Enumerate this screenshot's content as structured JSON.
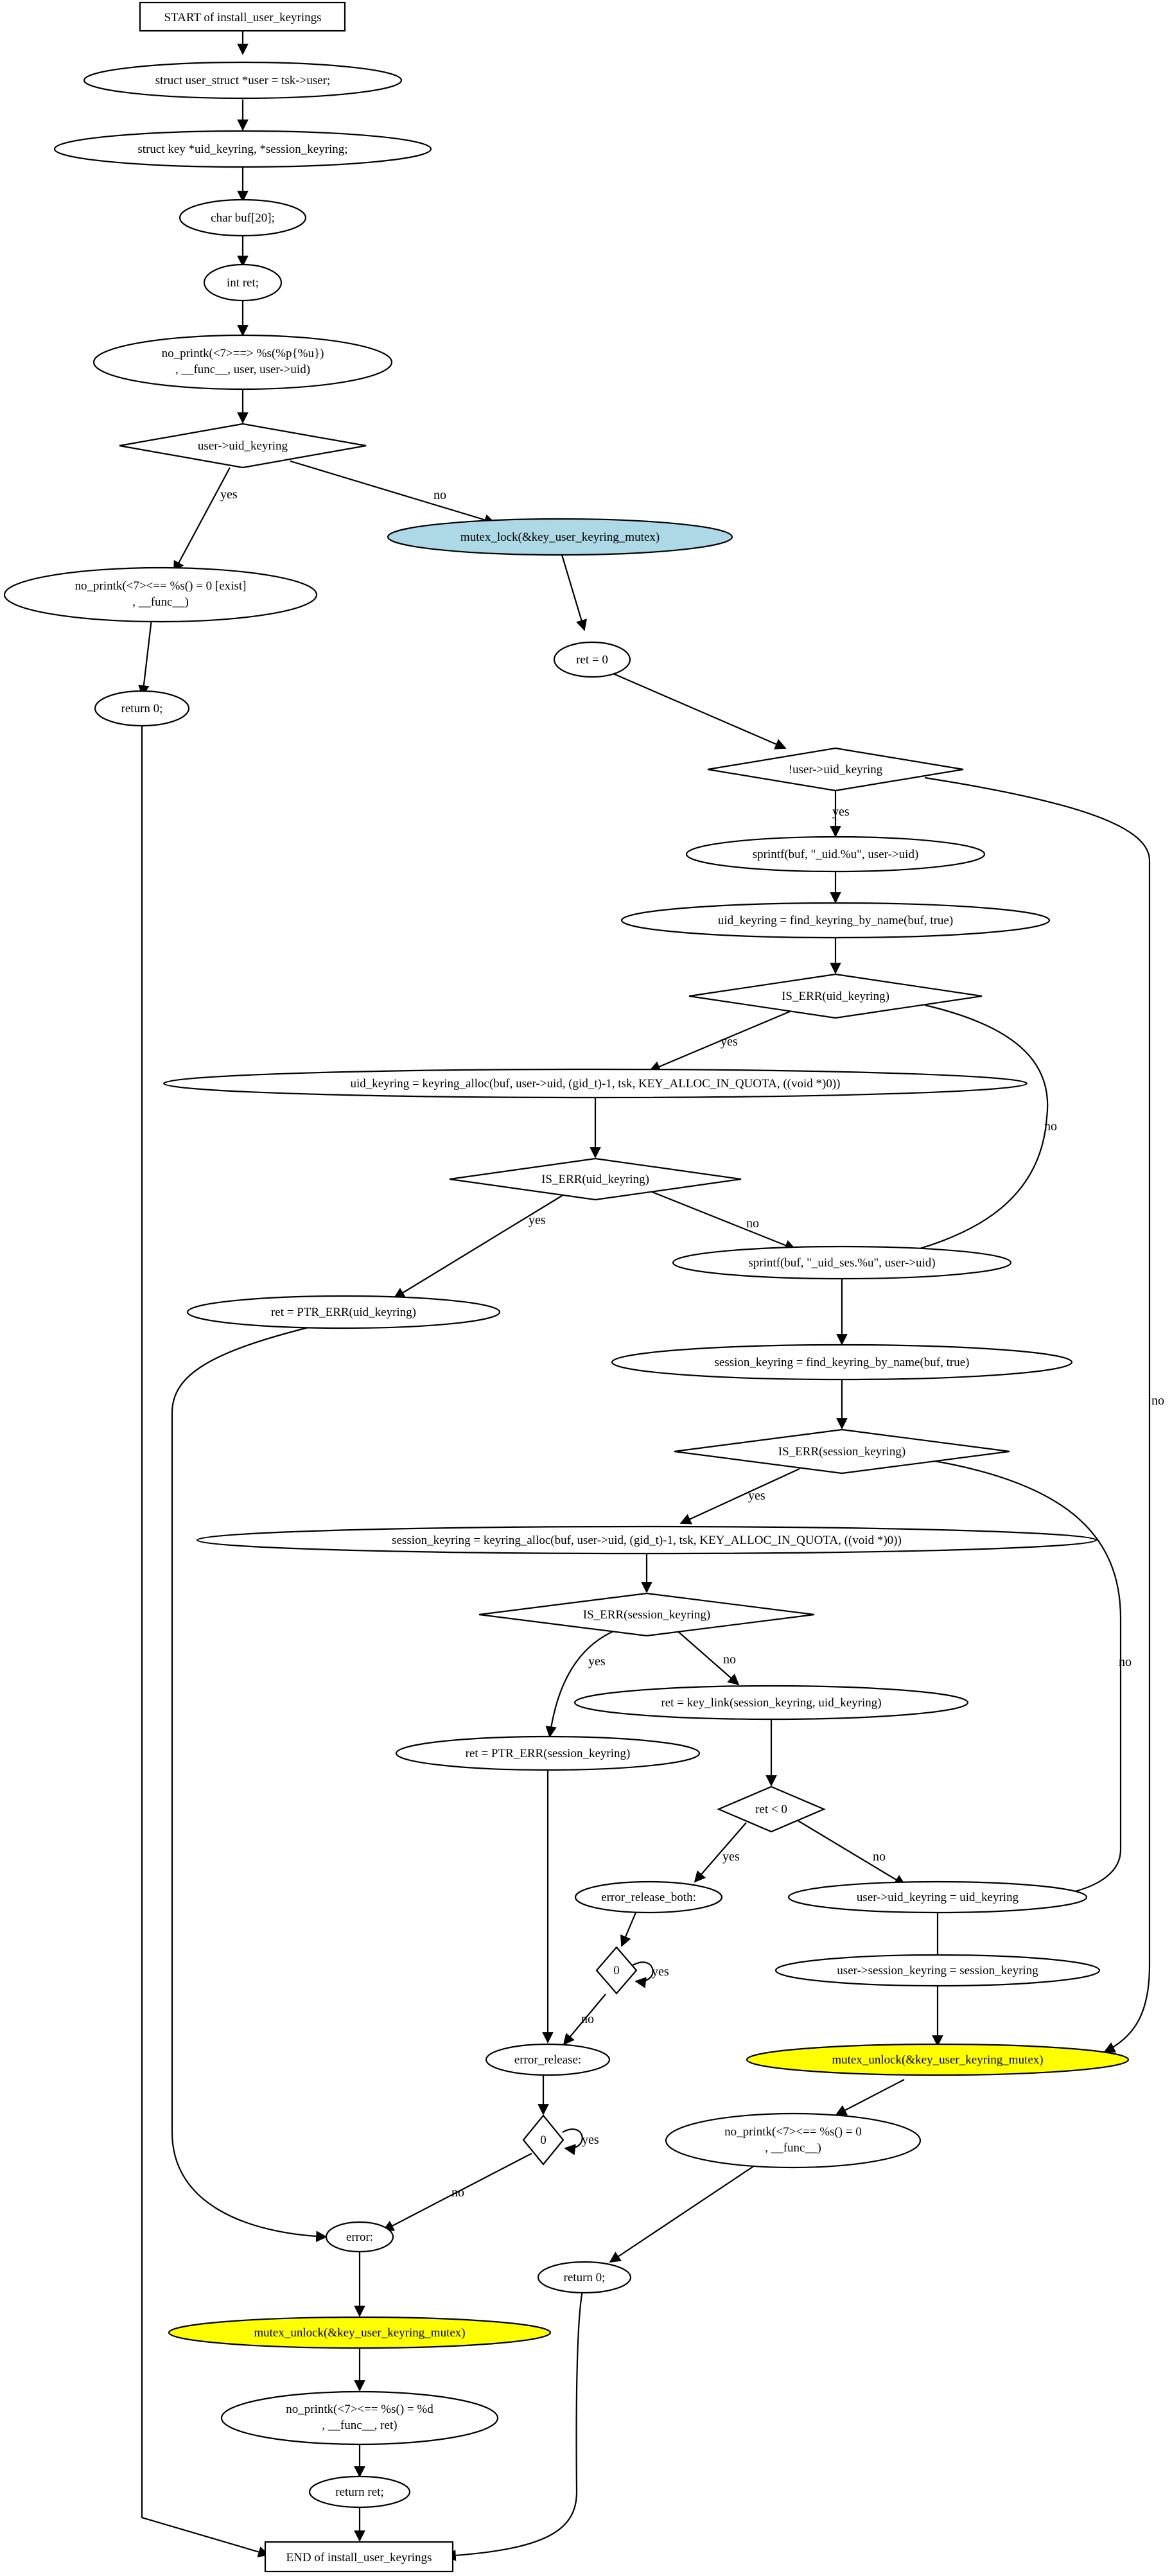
{
  "nodes": {
    "start": "START of install_user_keyrings",
    "n_user_struct": "struct user_struct *user = tsk->user;",
    "n_key_decl": "struct key *uid_keyring, *session_keyring;",
    "n_buf": "char buf[20];",
    "n_ret_decl": "int ret;",
    "n_printk1_l1": "no_printk(<7>==> %s(%p{%u})",
    "n_printk1_l2": ", __func__, user, user->uid)",
    "d_uid_keyring": "user->uid_keyring",
    "n_printk_exist_l1": "no_printk(<7><== %s() = 0 [exist]",
    "n_printk_exist_l2": ", __func__)",
    "n_return0_a": "return 0;",
    "n_mutex_lock": "mutex_lock(&key_user_keyring_mutex)",
    "n_ret0": "ret = 0",
    "d_not_uid_keyring": "!user->uid_keyring",
    "n_sprintf_uid": "sprintf(buf, \"_uid.%u\", user->uid)",
    "n_find_uid": "uid_keyring = find_keyring_by_name(buf, true)",
    "d_is_err_uid1": "IS_ERR(uid_keyring)",
    "n_alloc_uid": "uid_keyring = keyring_alloc(buf, user->uid, (gid_t)-1, tsk, KEY_ALLOC_IN_QUOTA, ((void *)0))",
    "d_is_err_uid2": "IS_ERR(uid_keyring)",
    "n_ret_ptr_err_uid": "ret = PTR_ERR(uid_keyring)",
    "n_sprintf_ses": "sprintf(buf, \"_uid_ses.%u\", user->uid)",
    "n_find_session": "session_keyring = find_keyring_by_name(buf, true)",
    "d_is_err_session1": "IS_ERR(session_keyring)",
    "n_alloc_session": "session_keyring = keyring_alloc(buf, user->uid, (gid_t)-1, tsk, KEY_ALLOC_IN_QUOTA, ((void *)0))",
    "d_is_err_session2": "IS_ERR(session_keyring)",
    "n_key_link": "ret = key_link(session_keyring, uid_keyring)",
    "n_ret_ptr_err_session": "ret = PTR_ERR(session_keyring)",
    "d_ret_lt0": "ret < 0",
    "n_error_release_both": "error_release_both:",
    "n_assign_uid": "user->uid_keyring = uid_keyring",
    "d_zero1": "0",
    "n_assign_session": "user->session_keyring = session_keyring",
    "n_error_release": "error_release:",
    "n_mutex_unlock1": "mutex_unlock(&key_user_keyring_mutex)",
    "d_zero2": "0",
    "n_printk_ok_l1": "no_printk(<7><== %s() = 0",
    "n_printk_ok_l2": ", __func__)",
    "n_error": "error:",
    "n_return0_b": "return 0;",
    "n_mutex_unlock2": "mutex_unlock(&key_user_keyring_mutex)",
    "n_printk_err_l1": "no_printk(<7><== %s() = %d",
    "n_printk_err_l2": ", __func__, ret)",
    "n_return_ret": "return ret;",
    "end": "END of install_user_keyrings"
  },
  "edge_labels": {
    "yes": "yes",
    "no": "no"
  },
  "colors": {
    "mutex_lock_fill": "#add8e6",
    "mutex_unlock_fill": "#ffff00",
    "default_fill": "#ffffff",
    "stroke": "#000000"
  }
}
